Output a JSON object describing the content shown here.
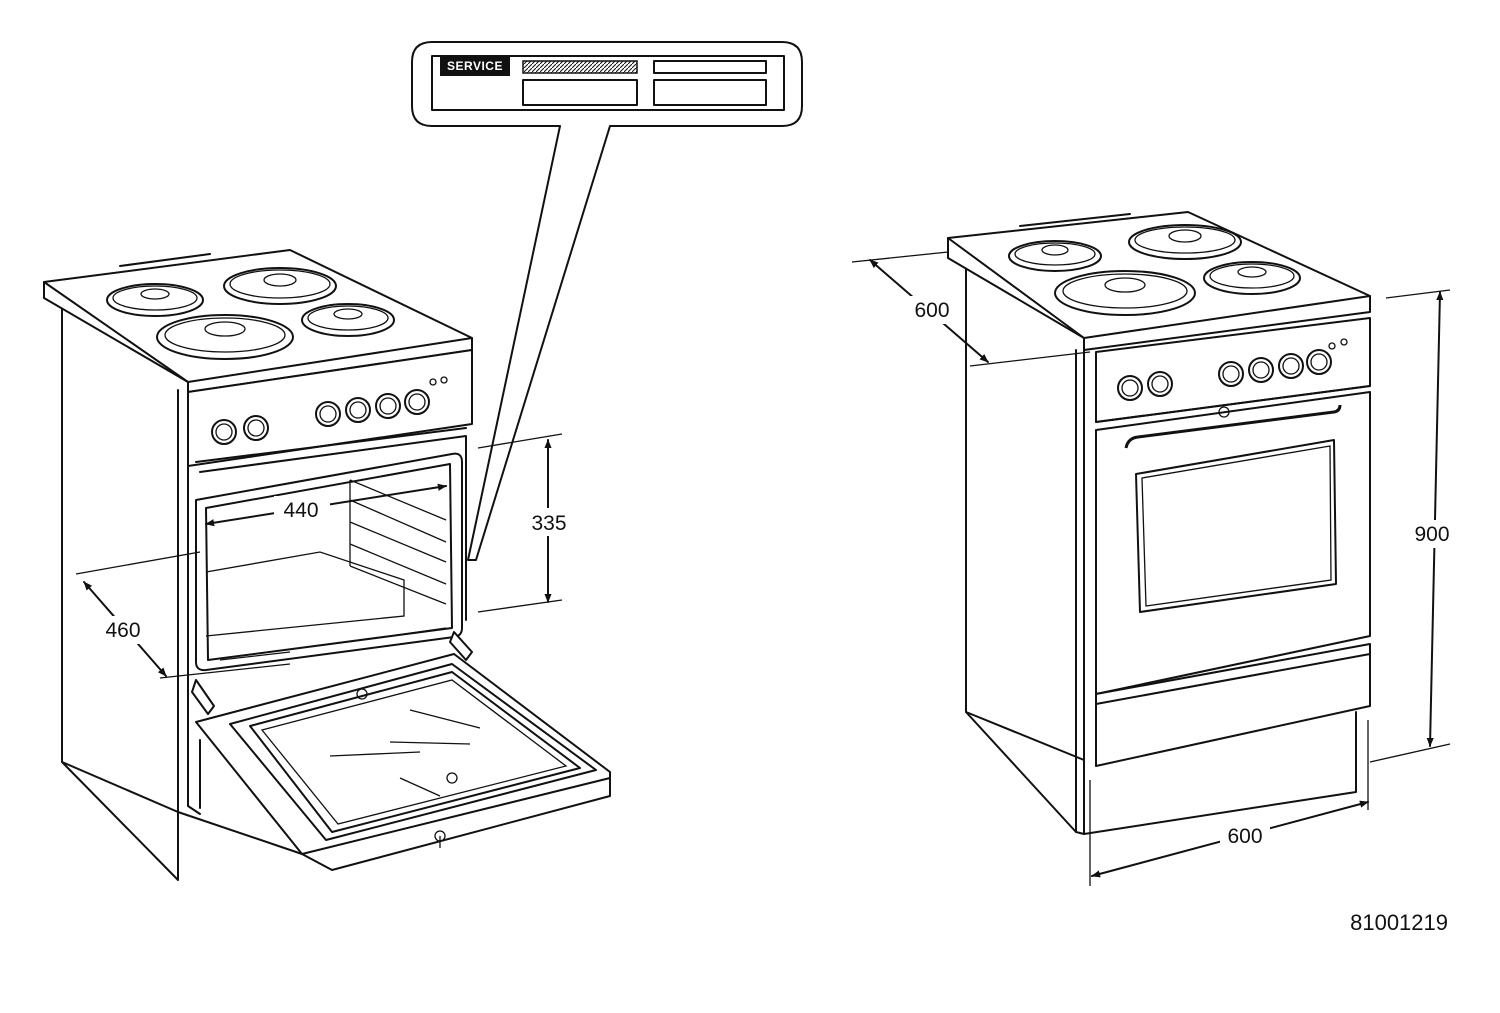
{
  "service_label": {
    "title": "SERVICE"
  },
  "open_cooker": {
    "dimensions": {
      "oven_width": "440",
      "oven_height": "335",
      "oven_depth": "460"
    },
    "hob": {
      "plates": 4
    },
    "controls": {
      "knobs": 6,
      "indicator_lamps": 2
    }
  },
  "closed_cooker": {
    "dimensions": {
      "depth": "600",
      "height": "900",
      "width": "600"
    },
    "hob": {
      "plates": 4
    },
    "controls": {
      "knobs": 6,
      "indicator_lamps": 2
    }
  },
  "drawing_code": "81001219",
  "colors": {
    "line": "#111111",
    "paper": "#ffffff"
  }
}
